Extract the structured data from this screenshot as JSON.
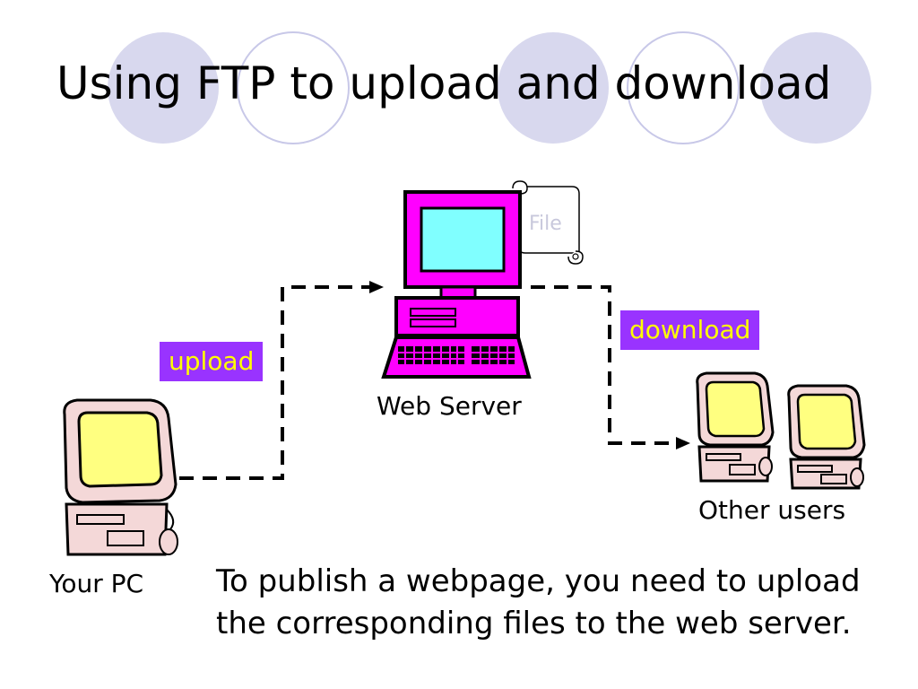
{
  "slide": {
    "title": "Using FTP to upload and download",
    "description_lines": [
      "To publish a webpage, you need to upload",
      "the corresponding files to the web server."
    ]
  },
  "nodes": {
    "your_pc": "Your PC",
    "web_server": "Web Server",
    "other_users": "Other users",
    "file": "File"
  },
  "arrows": {
    "upload": "upload",
    "download": "download"
  },
  "colors": {
    "deco_circle_fill": "#d8d8ee",
    "deco_circle_stroke": "#c8c8e8",
    "server_body": "#ff00ff",
    "server_screen": "#80ffff",
    "pc_body": "#f4d8d8",
    "pc_screen": "#ffff80",
    "tag_bg": "#9933ff",
    "tag_text": "#ffff00"
  }
}
